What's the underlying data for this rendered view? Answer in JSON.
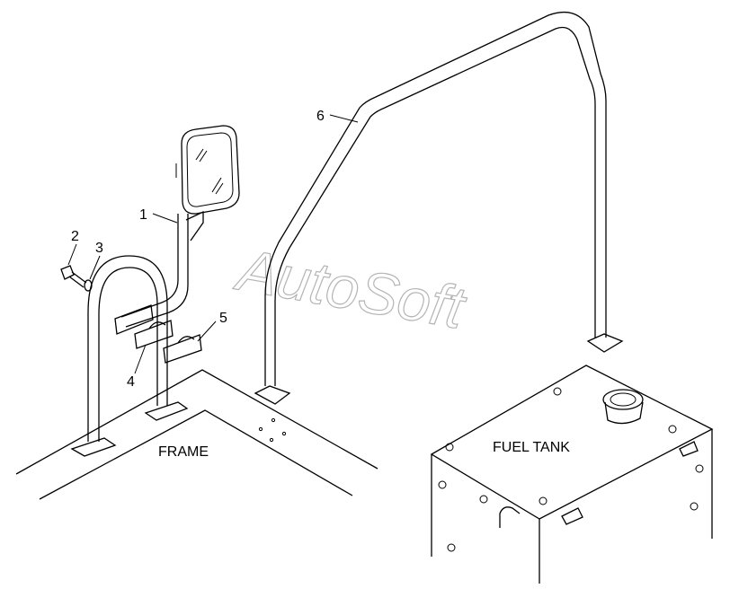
{
  "callouts": {
    "c1": "1",
    "c2": "2",
    "c3": "3",
    "c4": "4",
    "c5": "5",
    "c6": "6"
  },
  "labels": {
    "frame": "FRAME",
    "fuel_tank": "FUEL TANK"
  },
  "watermark": "AutoSoft"
}
